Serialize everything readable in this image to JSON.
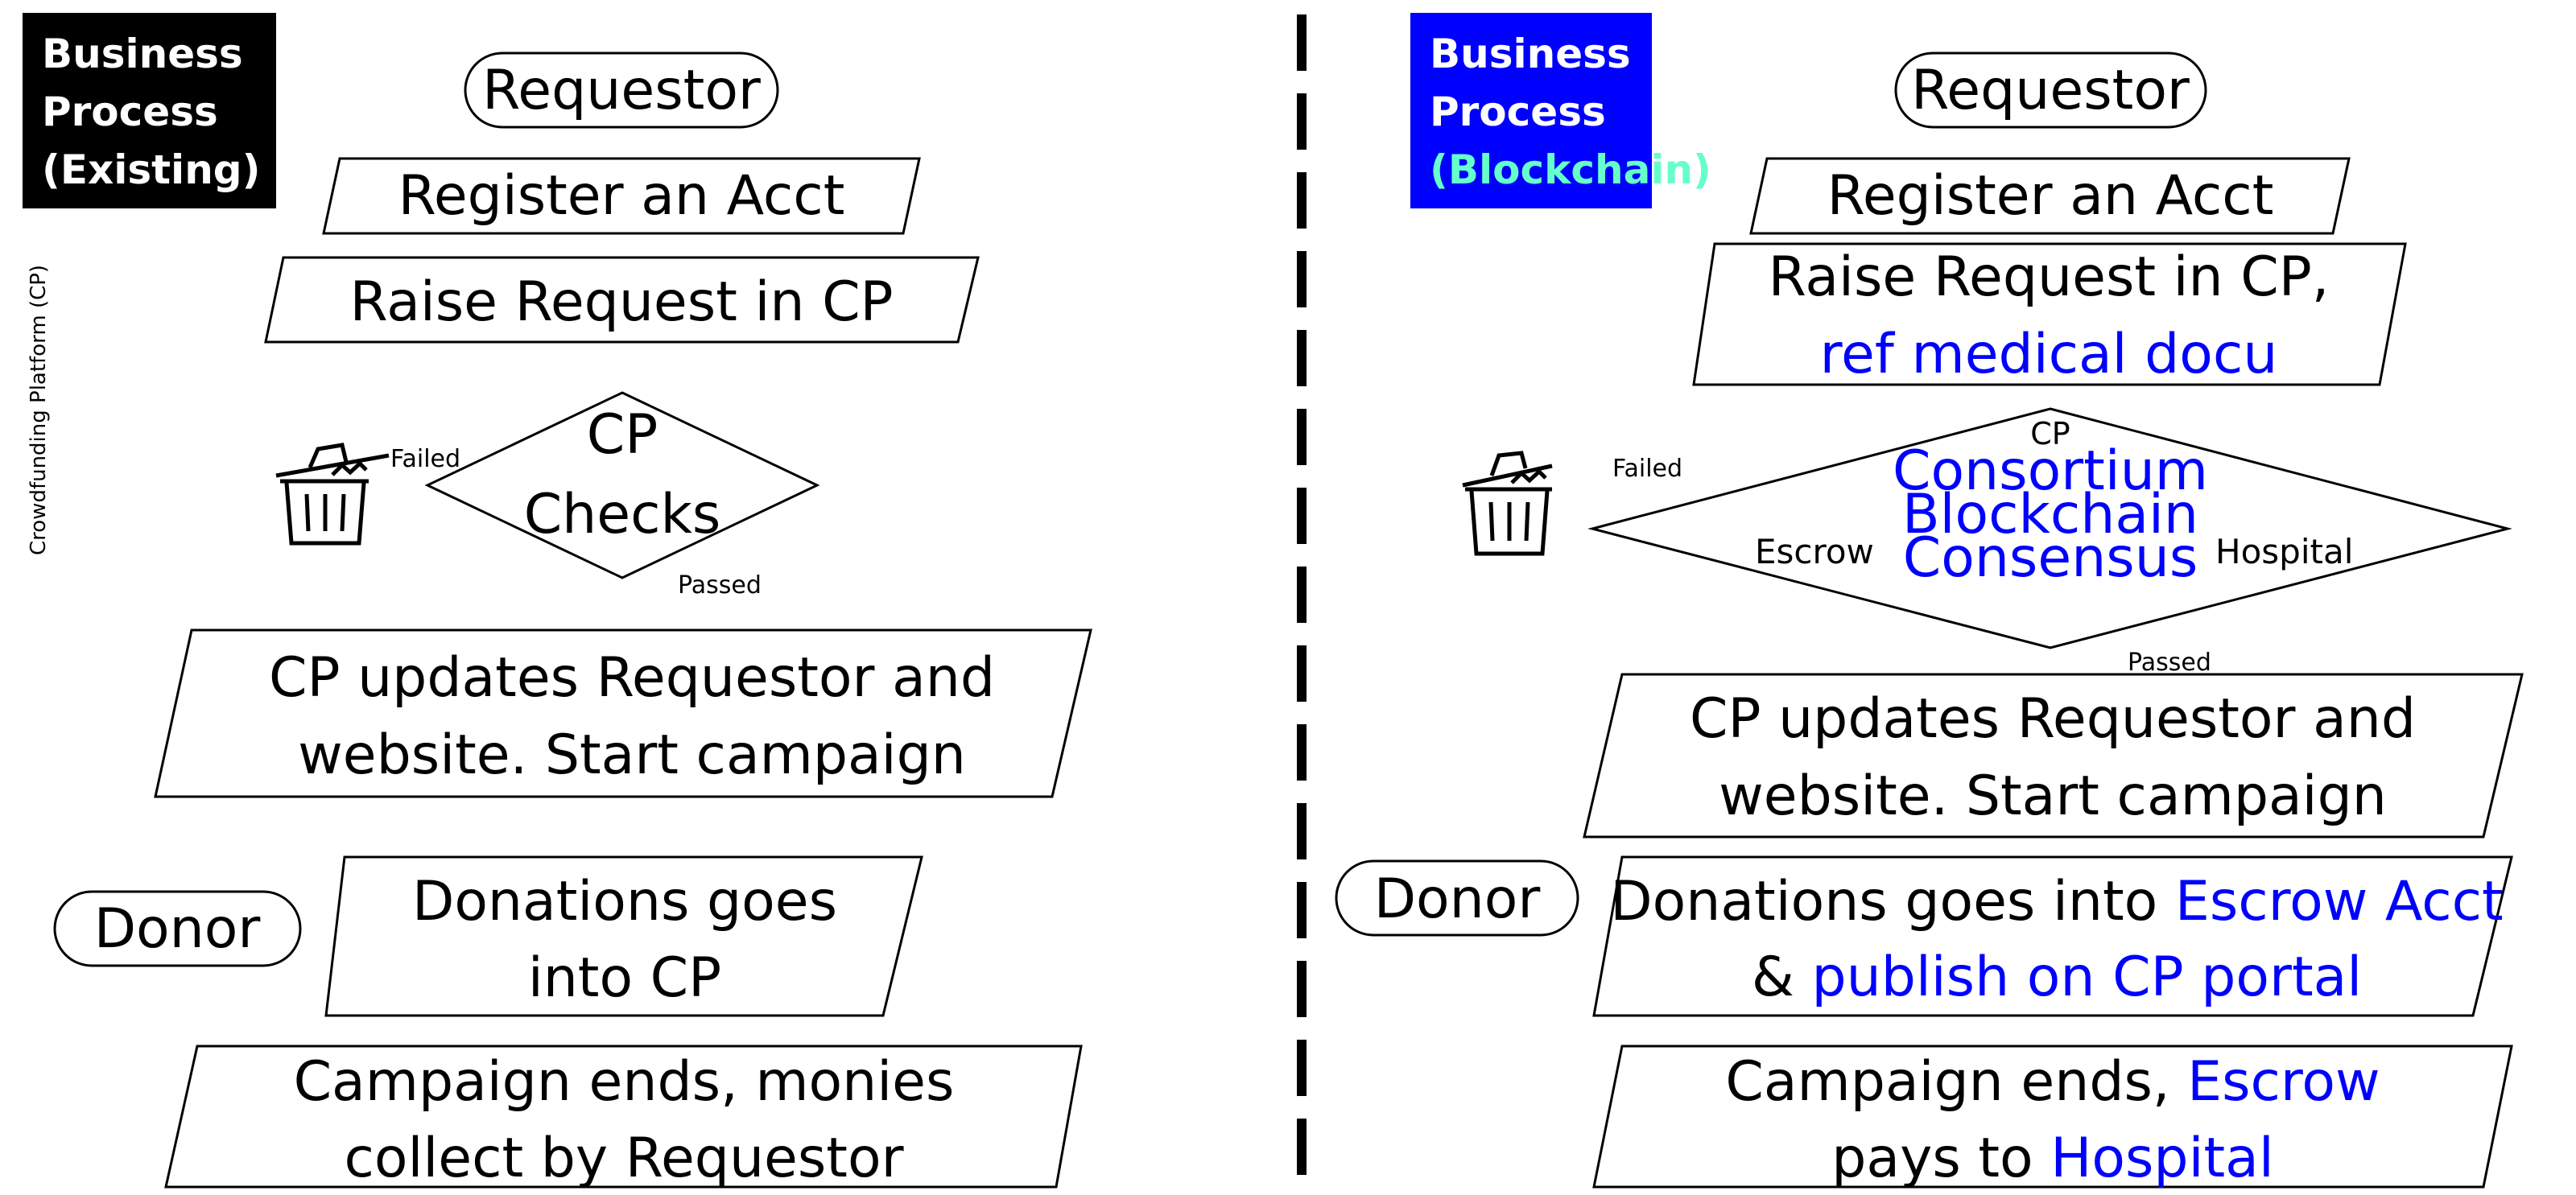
{
  "colors": {
    "accent_blue": "#0000ff",
    "header_green": "#66ffcc",
    "black": "#000000"
  },
  "left": {
    "header": [
      "Business",
      "Process",
      "(Existing)"
    ],
    "side_label": "Crowdfunding Platform (CP)",
    "requestor": "Requestor",
    "register": "Register an Acct",
    "raise": "Raise Request  in CP",
    "checks": [
      "CP",
      "Checks"
    ],
    "failed": "Failed",
    "passed": "Passed",
    "updates": [
      "CP updates Requestor and",
      "website. Start campaign"
    ],
    "donor": "Donor",
    "donations": [
      "Donations goes",
      "into CP"
    ],
    "ends": [
      "Campaign ends, monies",
      "collect by Requestor"
    ],
    "trash_icon": "trash-icon"
  },
  "right": {
    "header": [
      "Business",
      "Process",
      "(Blockchain)"
    ],
    "requestor": "Requestor",
    "register": "Register an Acct",
    "raise": {
      "line1": "Raise Request in CP,",
      "line2": "ref medical docu"
    },
    "diamond": {
      "cp": "CP",
      "blue": [
        "Consortium",
        "Blockchain",
        "Consensus"
      ],
      "escrow": "Escrow",
      "hospital": "Hospital"
    },
    "failed": "Failed",
    "passed": "Passed",
    "updates": [
      "CP updates Requestor and",
      "website. Start campaign"
    ],
    "donor": "Donor",
    "donations": {
      "l1a": "Donations goes into ",
      "l1b": "Escrow Acct",
      "l2a": "& ",
      "l2b": "publish on CP portal"
    },
    "ends": {
      "l1a": "Campaign ends, ",
      "l1b": "Escrow",
      "l2a": "pays to ",
      "l2b": "Hospital"
    },
    "trash_icon": "trash-icon"
  }
}
